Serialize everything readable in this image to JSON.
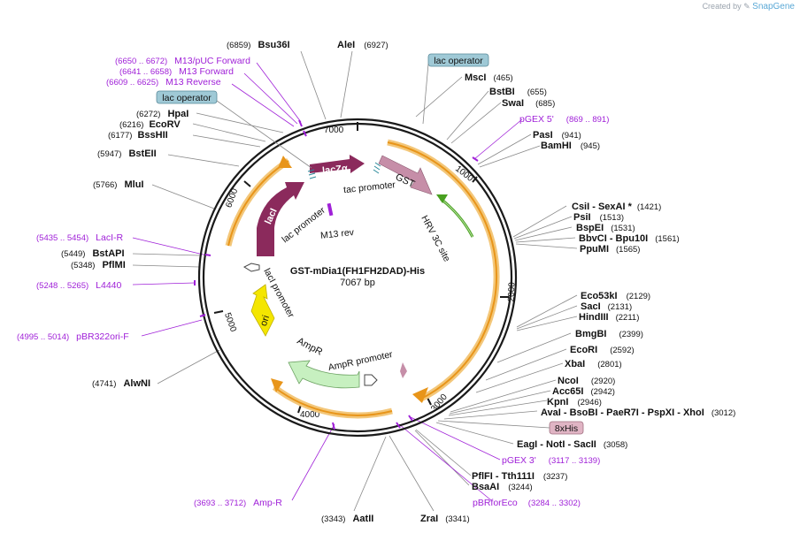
{
  "credit": {
    "prefix": "Created by",
    "brand": "SnapGene"
  },
  "plasmid": {
    "name": "GST-mDia1(FH1FH2DAD)-His",
    "size_label": "7067 bp"
  },
  "ticks": [
    "1000",
    "2000",
    "3000",
    "4000",
    "5000",
    "6000",
    "7000"
  ],
  "enzymes_right": [
    {
      "name": "MscI",
      "pos": "(465)"
    },
    {
      "name": "BstBI",
      "pos": "(655)"
    },
    {
      "name": "SwaI",
      "pos": "(685)"
    },
    {
      "name": "PasI",
      "pos": "(941)"
    },
    {
      "name": "BamHI",
      "pos": "(945)"
    },
    {
      "name": "CsiI  - SexAI *",
      "pos": "(1421)"
    },
    {
      "name": "PsiI",
      "pos": "(1513)"
    },
    {
      "name": "BspEI",
      "pos": "(1531)"
    },
    {
      "name": "BbvCI  - Bpu10I",
      "pos": "(1561)"
    },
    {
      "name": "PpuMI",
      "pos": "(1565)"
    },
    {
      "name": "Eco53kI",
      "pos": "(2129)"
    },
    {
      "name": "SacI",
      "pos": "(2131)"
    },
    {
      "name": "HindIII",
      "pos": "(2211)"
    },
    {
      "name": "BmgBI",
      "pos": "(2399)"
    },
    {
      "name": "EcoRI",
      "pos": "(2592)"
    },
    {
      "name": "XbaI",
      "pos": "(2801)"
    },
    {
      "name": "NcoI",
      "pos": "(2920)"
    },
    {
      "name": "Acc65I",
      "pos": "(2942)"
    },
    {
      "name": "KpnI",
      "pos": "(2946)"
    },
    {
      "name": "AvaI  - BsoBI  - PaeR7I  - PspXI  - XhoI",
      "pos": "(3012)"
    },
    {
      "name": "EagI  - NotI  - SacII",
      "pos": "(3058)"
    },
    {
      "name": "PflFI  - Tth111I",
      "pos": "(3237)"
    },
    {
      "name": "BsaAI",
      "pos": "(3244)"
    },
    {
      "name": "ZraI",
      "pos": "(3341)"
    }
  ],
  "enzymes_left": [
    {
      "name": "AleI",
      "pos": "(6927)"
    },
    {
      "name": "Bsu36I",
      "pos": "(6859)"
    },
    {
      "name": "HpaI",
      "pos": "(6272)"
    },
    {
      "name": "EcoRV",
      "pos": "(6216)"
    },
    {
      "name": "BssHII",
      "pos": "(6177)"
    },
    {
      "name": "BstEII",
      "pos": "(5947)"
    },
    {
      "name": "MluI",
      "pos": "(5766)"
    },
    {
      "name": "BstAPI",
      "pos": "(5449)"
    },
    {
      "name": "PflMI",
      "pos": "(5348)"
    },
    {
      "name": "AlwNI",
      "pos": "(4741)"
    },
    {
      "name": "AatII",
      "pos": "(3343)"
    }
  ],
  "primers": [
    {
      "name": "M13/pUC Forward",
      "range": "(6650 .. 6672)"
    },
    {
      "name": "M13 Forward",
      "range": "(6641 .. 6658)"
    },
    {
      "name": "M13 Reverse",
      "range": "(6609 .. 6625)"
    },
    {
      "name": "pGEX 5'",
      "range": "(869 .. 891)"
    },
    {
      "name": "LacI-R",
      "range": "(5435 .. 5454)"
    },
    {
      "name": "L4440",
      "range": "(5248 .. 5265)"
    },
    {
      "name": "pBR322ori-F",
      "range": "(4995 .. 5014)"
    },
    {
      "name": "pGEX 3'",
      "range": "(3117 .. 3139)"
    },
    {
      "name": "pBRforEco",
      "range": "(3284 .. 3302)"
    },
    {
      "name": "Amp-R",
      "range": "(3693 .. 3712)"
    }
  ],
  "boxed_features": [
    {
      "name": "lac operator"
    },
    {
      "name": "lac operator"
    },
    {
      "name": "8xHis"
    }
  ],
  "features": {
    "lacZa": "lacZα",
    "gst": "GST",
    "tac1": "tac promoter",
    "lac_promoter": "lac promoter",
    "m13rev": "M13 rev",
    "hrv": "HRV 3C site",
    "laci": "lacI",
    "laci_promoter": "lacI promoter",
    "ori": "ori",
    "ampr": "AmpR",
    "ampr_promoter": "AmpR promoter"
  },
  "colors": {
    "backbone": "#1a1a1a",
    "primer": "#a021d8",
    "orange_band": "#f0a830",
    "lacZa": "#8b2a5c",
    "gst": "#c68ea8",
    "laci": "#8b2a5c",
    "ori": "#f4e600",
    "ampr": "#c7f0c0",
    "hrv": "#48a020",
    "boxed_blue": "#9fc9d6",
    "boxed_pink": "#e0b4c4"
  }
}
